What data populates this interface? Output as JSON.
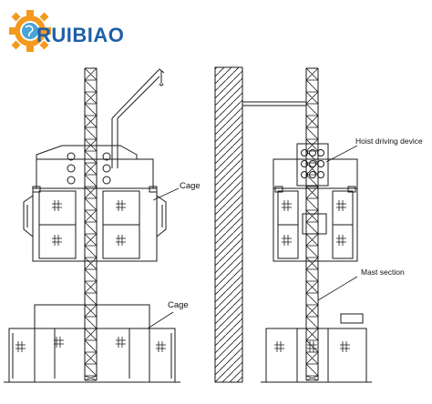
{
  "brand": {
    "name": "RUIBIAO",
    "text_color": "#1f5fa8",
    "gear_color": "#f39a1e",
    "globe_color": "#4aa3d8"
  },
  "labels": {
    "cage_upper": "Cage",
    "cage_lower": "Cage",
    "hoist_driving_device": "Hoist driving device",
    "mast_section": "Mast section"
  },
  "colors": {
    "line": "#1a1a1a",
    "background": "#ffffff"
  }
}
